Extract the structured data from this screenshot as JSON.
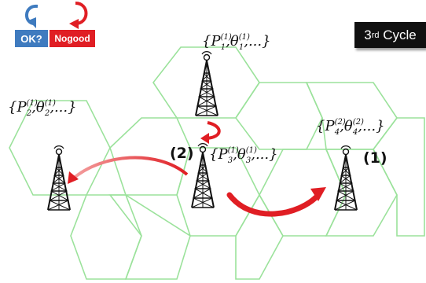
{
  "buttons": {
    "ok_label": "OK?",
    "nogood_label": "Nogood"
  },
  "cycle": {
    "ordinal_number": "3",
    "ordinal_suffix": "rd",
    "label": "Cycle"
  },
  "towers": [
    {
      "id": "top",
      "label_prefix": "{",
      "p": "P",
      "p_sub": "1",
      "p_sup": "(1)",
      "theta_sub": "1",
      "theta_sup": "(1)",
      "tail": ",...}"
    },
    {
      "id": "left",
      "label_prefix": "{",
      "p": "P",
      "p_sub": "2",
      "p_sup": "(1)",
      "theta_sub": "2",
      "theta_sup": "(1)",
      "tail": ",...}"
    },
    {
      "id": "center",
      "label_prefix": "{",
      "p": "P",
      "p_sub": "3",
      "p_sup": "(1)",
      "theta_sub": "3",
      "theta_sup": "(1)",
      "tail": ",...}",
      "order": "(2)"
    },
    {
      "id": "right",
      "label_prefix": "{",
      "p": "P",
      "p_sub": "4",
      "p_sup": "(2)",
      "theta_sub": "4",
      "theta_sup": "(2)",
      "tail": ",...}",
      "order": "(1)"
    }
  ],
  "colors": {
    "hex_stroke": "#9be29b",
    "arrow_red": "#e01e24",
    "ok_blue": "#3f7bbf"
  }
}
